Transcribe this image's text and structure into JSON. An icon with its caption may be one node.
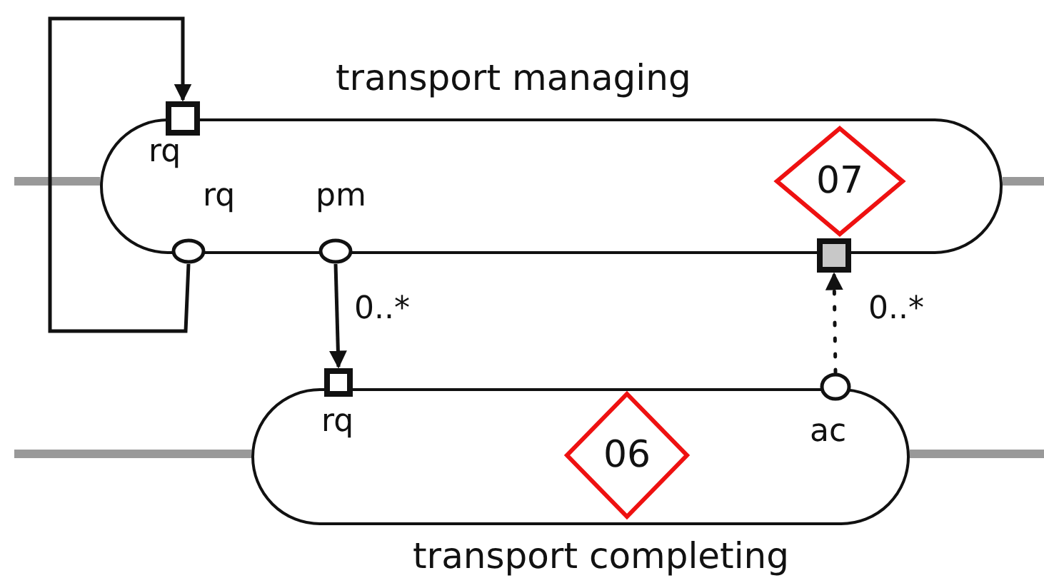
{
  "diagram": {
    "nodes": [
      {
        "text": [
          "transport managing"
        ]
      },
      {
        "text": [
          "rq"
        ]
      },
      {
        "text": [
          "rq"
        ]
      },
      {
        "text": [
          "pm"
        ]
      },
      {
        "text": [
          "07"
        ],
        "in": 0
      },
      {
        "text": [],
        "shape": "box"
      },
      {
        "text": [
          "transport completing"
        ]
      },
      {
        "text": [
          "rq"
        ]
      },
      {
        "text": [
          "06"
        ],
        "in": 6
      },
      {
        "text": [
          "ac"
        ]
      }
    ],
    "edges": [
      {
        "from": 2,
        "to": 1,
        "arrow": "to"
      },
      {
        "from": 3,
        "to": 7,
        "arrow": "to",
        "label": "0..*"
      },
      {
        "from": 9,
        "to": 5,
        "arrow": "to",
        "label": "0..*",
        "style": "dashed"
      }
    ]
  }
}
